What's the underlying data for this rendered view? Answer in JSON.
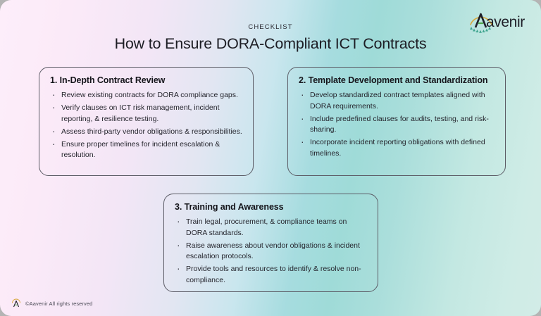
{
  "brand": {
    "logo_text": "Aavenir",
    "logo_name": "aavenir-logo",
    "accent_green": "#4fa84f",
    "accent_gold": "#d8a93c",
    "accent_teal": "#3fa58f"
  },
  "header": {
    "eyebrow": "CHECKLIST",
    "title": "How to Ensure DORA-Compliant ICT Contracts"
  },
  "cards": [
    {
      "title": "1. In-Depth Contract Review",
      "bullets": [
        "Review existing contracts for DORA compliance gaps.",
        "Verify clauses on ICT risk management, incident reporting, & resilience testing.",
        "Assess third-party vendor obligations & responsibilities.",
        "Ensure proper timelines for incident escalation & resolution."
      ]
    },
    {
      "title": "2. Template Development and Standardization",
      "bullets": [
        "Develop standardized contract templates aligned with DORA requirements.",
        "Include predefined clauses for audits, testing, and risk-sharing.",
        "Incorporate incident reporting obligations with defined timelines."
      ]
    },
    {
      "title": "3. Training and Awareness",
      "bullets": [
        "Train legal, procurement, & compliance teams on DORA standards.",
        "Raise awareness about vendor obligations & incident escalation protocols.",
        "Provide tools and resources to identify & resolve non-compliance."
      ]
    }
  ],
  "footer": {
    "copyright": "©Aavenir All rights reserved"
  },
  "palette": {
    "background_left": "#fdeefa",
    "background_mid": "#a6dcdf",
    "background_right": "#d2ece7",
    "card_border": "#5c5c66",
    "text_primary": "#1d1d24"
  }
}
